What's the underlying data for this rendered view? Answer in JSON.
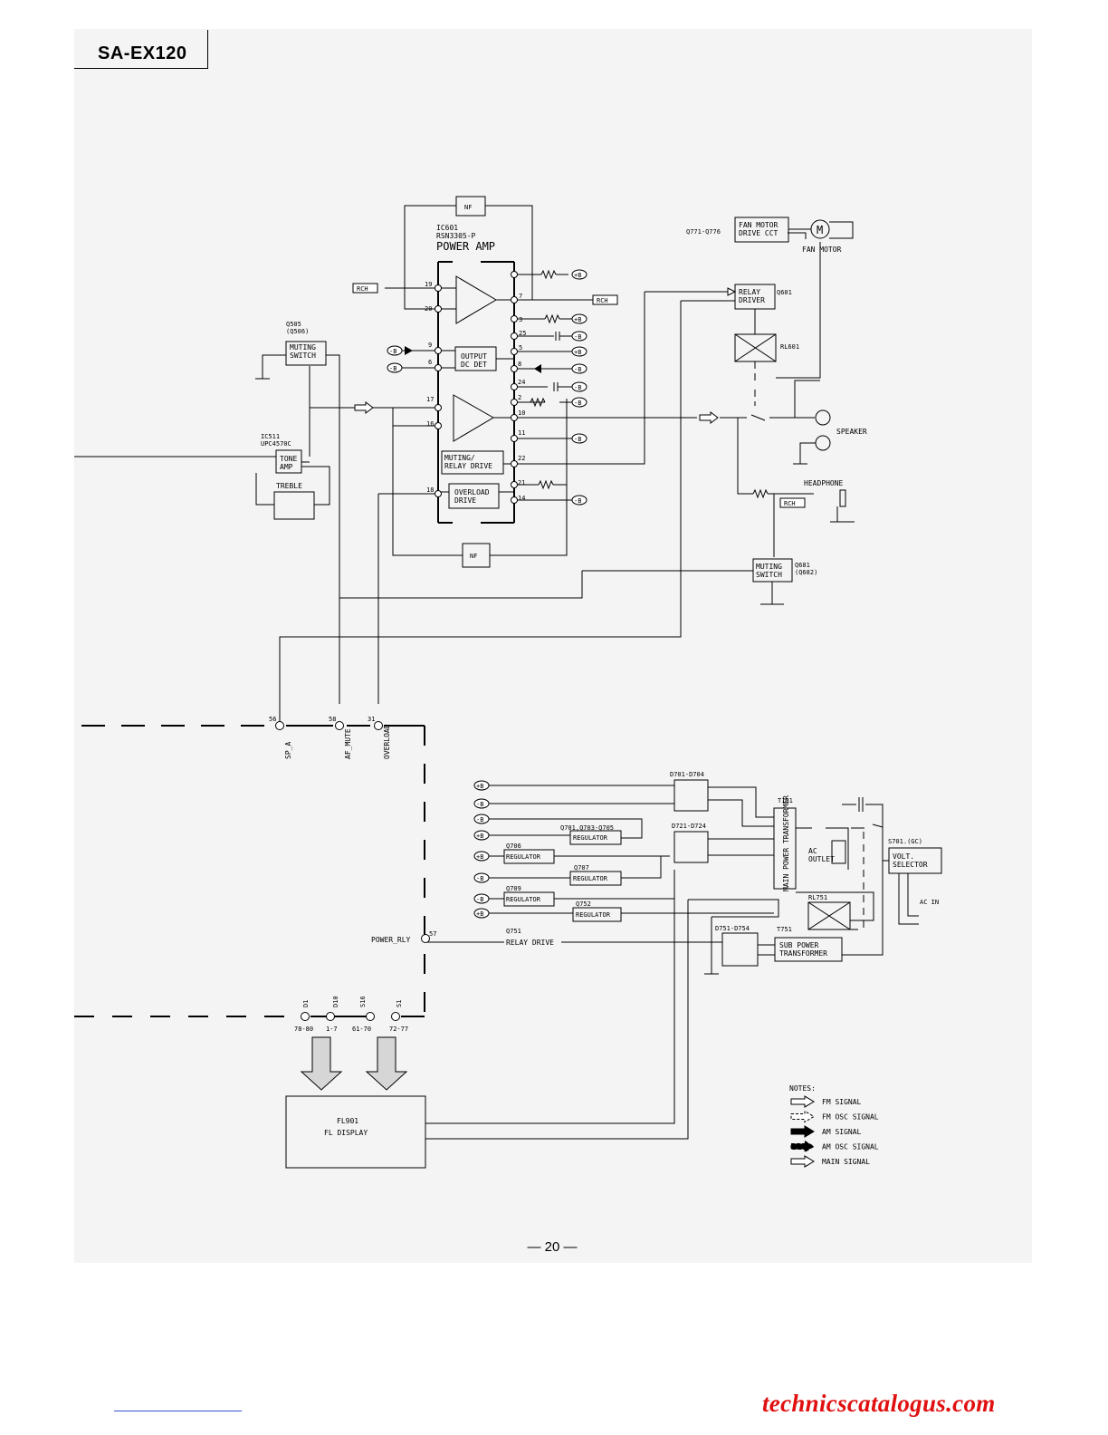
{
  "header": {
    "model": "SA-EX120"
  },
  "page_number": "— 20 —",
  "watermark": "technicscatalogus.com",
  "ic601": {
    "ref": "IC601",
    "part": "RSN3305-P",
    "name": "POWER AMP"
  },
  "nf_label": "NF",
  "rch_label": "RCH",
  "pins": [
    "19",
    "20",
    "7",
    "3",
    "25",
    "5",
    "9",
    "6",
    "8",
    "24",
    "2",
    "17",
    "16",
    "10",
    "11",
    "22",
    "21",
    "18",
    "14"
  ],
  "blocks": {
    "output_dc_det": [
      "OUTPUT",
      "DC DET"
    ],
    "muting_relay_drive": [
      "MUTING/",
      "RELAY DRIVE"
    ],
    "overload_drive": [
      "OVERLOAD",
      "DRIVE"
    ],
    "muting_switch_left": [
      "MUTING",
      "SWITCH"
    ],
    "tone_amp": [
      "TONE",
      "AMP"
    ],
    "treble": "TREBLE",
    "fan_motor_drive": [
      "FAN MOTOR",
      "DRIVE CCT"
    ],
    "relay_driver": [
      "RELAY",
      "DRIVER"
    ],
    "muting_switch_right": [
      "MUTING",
      "SWITCH"
    ],
    "main_power_transformer": "MAIN POWER TRANSFORMER",
    "ac_outlet": [
      "AC",
      "OUTLET"
    ],
    "volt_selector": [
      "VOLT.",
      "SELECTOR"
    ],
    "sub_power_transformer": [
      "SUB POWER",
      "TRANSFORMER"
    ],
    "relay_drive": "RELAY DRIVE",
    "regulator": "REGULATOR",
    "fl_display": [
      "FL901",
      "FL DISPLAY"
    ]
  },
  "refs": {
    "q505": [
      "Q505",
      "(Q506)"
    ],
    "ic511": [
      "IC511",
      "UPC4570C"
    ],
    "q771": "Q771-Q776",
    "fan_motor": "FAN MOTOR",
    "motor_symbol": "M",
    "q601": "Q601",
    "rl601": "RL601",
    "speaker": "SPEAKER",
    "headphone": "HEADPHONE",
    "q681": [
      "Q681",
      "(Q682)"
    ],
    "d701": "D701-D704",
    "d721": "D721-D724",
    "d751": "D751-D754",
    "t101": "T101",
    "t751": "T751",
    "s701": "S701.(GC)",
    "ac_in": "AC IN",
    "rl751": "RL751",
    "q701": "Q701,Q703-Q705",
    "q706": "Q706",
    "q707": "Q707",
    "q709": "Q709",
    "q752": "Q752",
    "q751": "Q751"
  },
  "connector": {
    "pins": [
      {
        "num": "56",
        "label": "SP_A"
      },
      {
        "num": "58",
        "label": "AF_MUTE"
      },
      {
        "num": "31",
        "label": "OVERLOAD"
      },
      {
        "num": "57",
        "label": "POWER_RLY"
      }
    ],
    "grid_labels": [
      "D1",
      "D10",
      "S16",
      "S1"
    ],
    "range_labels": [
      "78-80",
      "1-7",
      "61-70",
      "72-77"
    ]
  },
  "rails": [
    "+B",
    "-B"
  ],
  "notes": {
    "title": "NOTES:",
    "items": [
      "FM SIGNAL",
      "FM OSC SIGNAL",
      "AM SIGNAL",
      "AM OSC SIGNAL",
      "MAIN SIGNAL"
    ]
  }
}
